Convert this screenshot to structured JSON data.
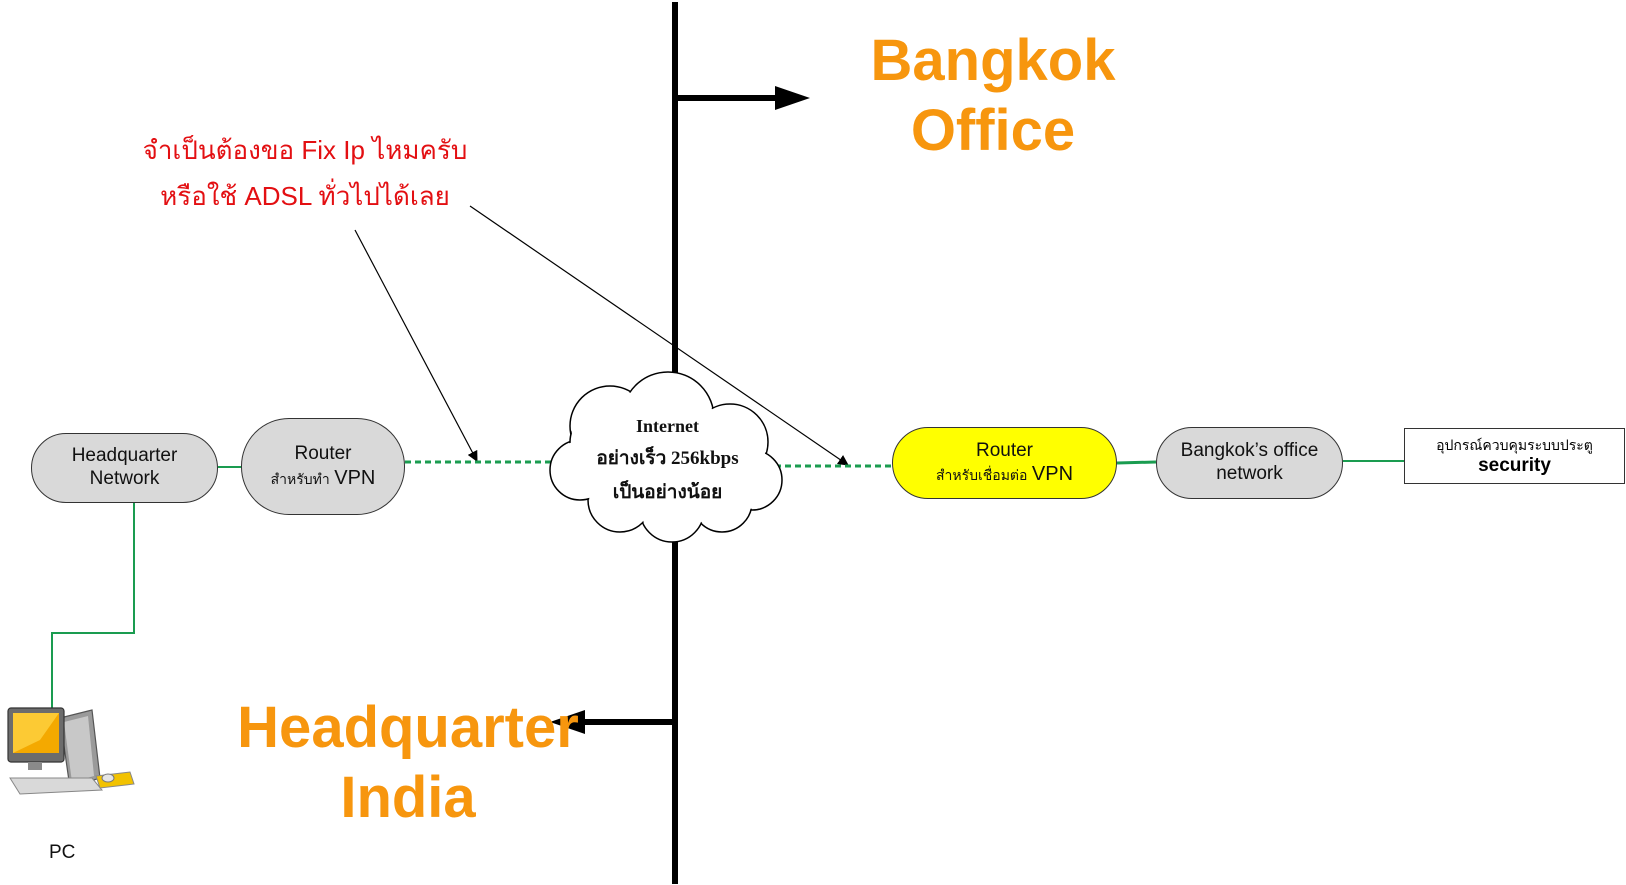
{
  "colors": {
    "accent_orange": "#f7960e",
    "note_red": "#e30f12",
    "node_gray": "#d9d9d9",
    "router_yellow": "#ffff00",
    "link_green": "#1a9c50"
  },
  "regions": {
    "bangkok": {
      "line1": "Bangkok",
      "line2": "Office"
    },
    "hq": {
      "line1": "Headquarter",
      "line2": "India"
    }
  },
  "note": {
    "line1": "จำเป็นต้องขอ Fix Ip ไหมครับ",
    "line2": "หรือใช้ ADSL ทั่วไปได้เลย"
  },
  "nodes": {
    "hq_network": {
      "line1": "Headquarter",
      "line2": "Network"
    },
    "hq_router": {
      "title": "Router",
      "sub": "สำหรับทำ",
      "vpn": "VPN"
    },
    "internet": {
      "line1": "Internet",
      "line2": "อย่างเร็ว 256kbps",
      "line3": "เป็นอย่างน้อย"
    },
    "bkk_router": {
      "title": "Router",
      "sub": "สำหรับเชื่อมต่อ",
      "vpn": "VPN"
    },
    "bkk_network": {
      "line1": "Bangkok’s office",
      "line2": "network"
    },
    "security_device": {
      "line1": "อุปกรณ์ควบคุมระบบประตู",
      "line2": "security"
    }
  },
  "pc": {
    "label": "PC",
    "icon": "desktop-computer-icon"
  }
}
